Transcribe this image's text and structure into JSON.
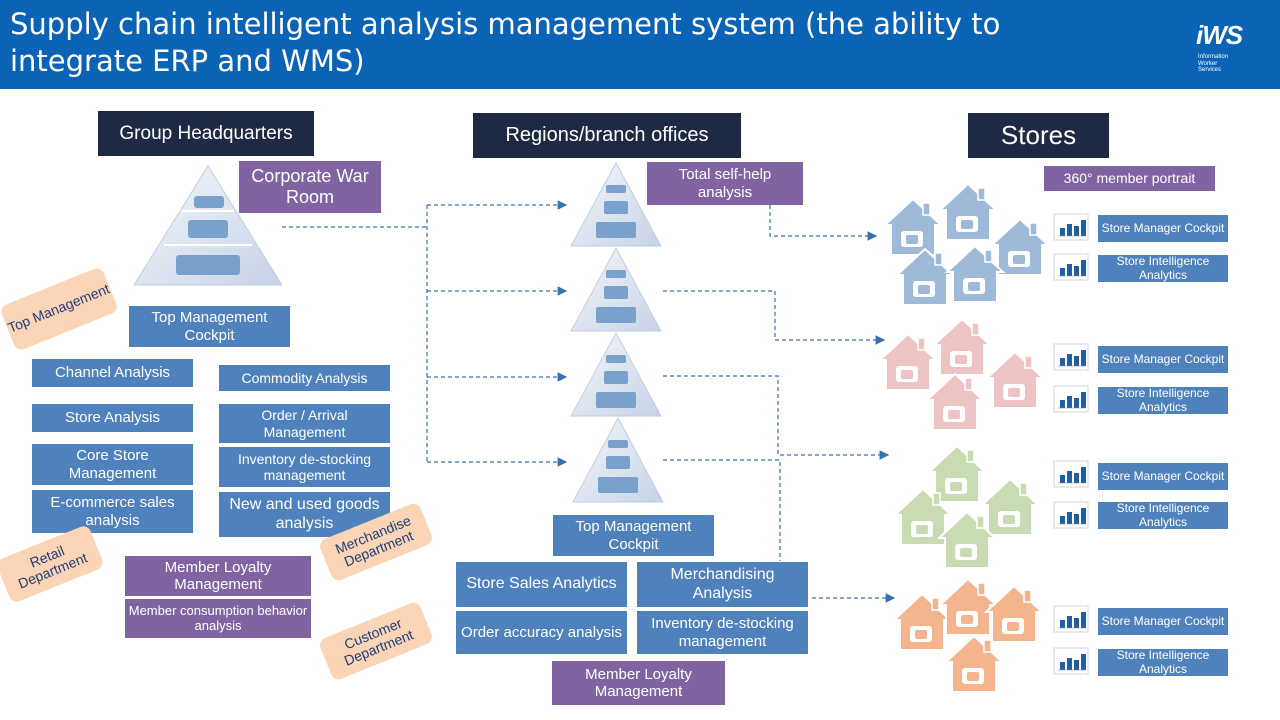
{
  "header": {
    "title": "Supply chain intelligent analysis management system (the ability to integrate ERP and WMS)",
    "logo": "iWS",
    "logo_sub": [
      "Information",
      "Worker",
      "Services"
    ]
  },
  "colors": {
    "header": "#0b63b5",
    "dark_box": "#1e2a44",
    "blue_box": "#4f81bd",
    "purple_box": "#8064a2",
    "peach_tag": "#fbd5b5",
    "houses": [
      "#9fb9d8",
      "#eec3c4",
      "#c9dbb2",
      "#f3b48e"
    ]
  },
  "hq": {
    "heading": "Group Headquarters",
    "war_room": "Corporate War Room",
    "cockpit": "Top Management Cockpit",
    "items": [
      "Channel Analysis",
      "Commodity Analysis",
      "Store Analysis",
      "Order / Arrival Management",
      "Core Store Management",
      "Inventory de-stocking management",
      "E-commerce sales analysis",
      "New and used goods analysis",
      "Member Loyalty Management",
      "Member consumption behavior analysis"
    ],
    "tags": [
      "Top Management",
      "Retail Department",
      "Merchandise Department",
      "Customer Department"
    ]
  },
  "regions": {
    "heading": "Regions/branch offices",
    "self_help": "Total self-help analysis",
    "cockpit": "Top Management Cockpit",
    "items": [
      "Store Sales Analytics",
      "Merchandising Analysis",
      "Order accuracy analysis",
      "Inventory de-stocking management",
      "Member Loyalty Management"
    ]
  },
  "stores": {
    "heading": "Stores",
    "member_portrait": "360° member portrait",
    "groups": [
      {
        "manager": "Store Manager Cockpit",
        "analytics": "Store Intelligence Analytics"
      },
      {
        "manager": "Store Manager Cockpit",
        "analytics": "Store Intelligence Analytics"
      },
      {
        "manager": "Store Manager Cockpit",
        "analytics": "Store Intelligence Analytics"
      },
      {
        "manager": "Store Manager Cockpit",
        "analytics": "Store Intelligence Analytics"
      }
    ]
  },
  "icons": [
    "pyramid-icon",
    "house-icon",
    "mini-chart-icon",
    "people-icon"
  ]
}
